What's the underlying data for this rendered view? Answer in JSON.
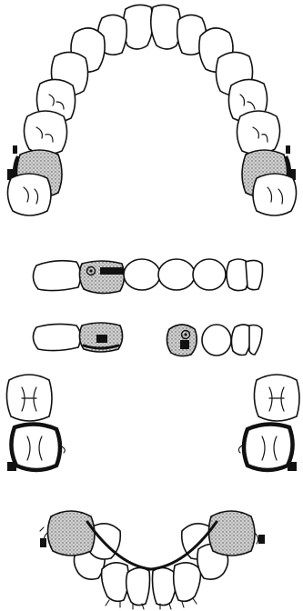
{
  "diagram": {
    "colors": {
      "outline": "#111111",
      "stipple_bg": "#d0d0d0",
      "background": "#ffffff"
    },
    "sections": [
      "maxillary-arch-occlusal-view",
      "maxillary-partial-buccal-view",
      "mandibular-partial-buccal-view",
      "mandibular-posterior-molars",
      "mandibular-arch-lingual-bar-view"
    ]
  }
}
